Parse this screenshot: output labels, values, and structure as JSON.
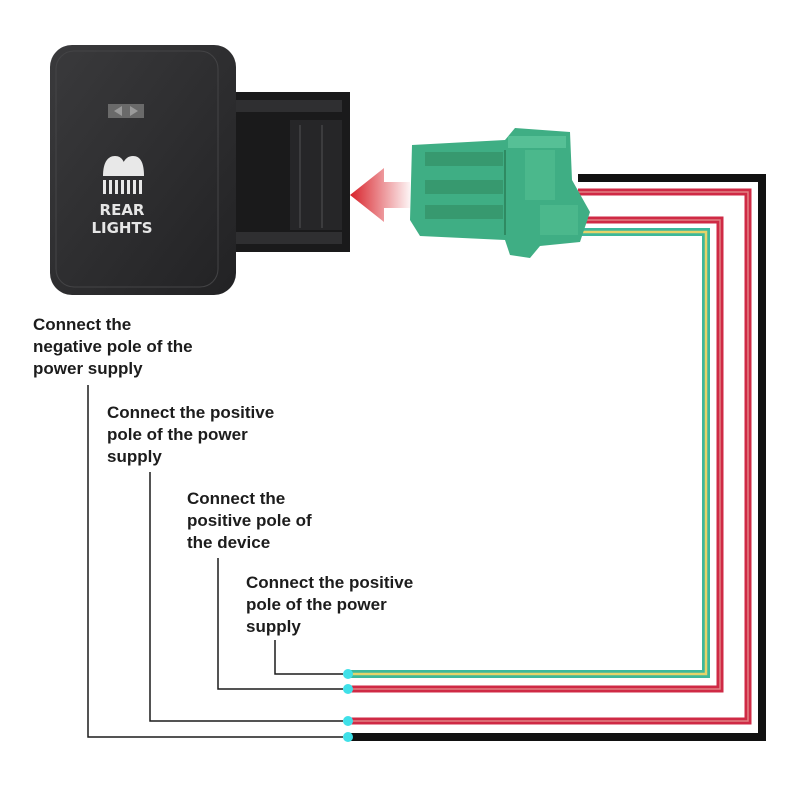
{
  "switch": {
    "label_line1": "REAR",
    "label_line2": "LIGHTS",
    "icon": "rear-lights-icon",
    "indicator_icon": "indicator-led-icon"
  },
  "connector": {
    "icon": "green-connector-icon",
    "arrow_icon": "insert-arrow-icon"
  },
  "callouts": [
    {
      "lines": [
        "Connect the",
        "negative pole of the",
        "power supply"
      ]
    },
    {
      "lines": [
        "Connect the positive",
        "pole of the power",
        "supply"
      ]
    },
    {
      "lines": [
        "Connect the",
        "positive pole of",
        "the device"
      ]
    },
    {
      "lines": [
        "Connect the positive",
        "pole of the power",
        "supply"
      ]
    }
  ],
  "colors": {
    "switch_body": "#2b2b2d",
    "connector_green": "#3fae84",
    "arrow_red": "#d8222a",
    "wire_black": "#111111",
    "wire_red": "#cf2a45",
    "wire_green": "#3cb89a",
    "wire_yellow": "#e6d36a",
    "terminal_dot": "#3fe0e8"
  }
}
